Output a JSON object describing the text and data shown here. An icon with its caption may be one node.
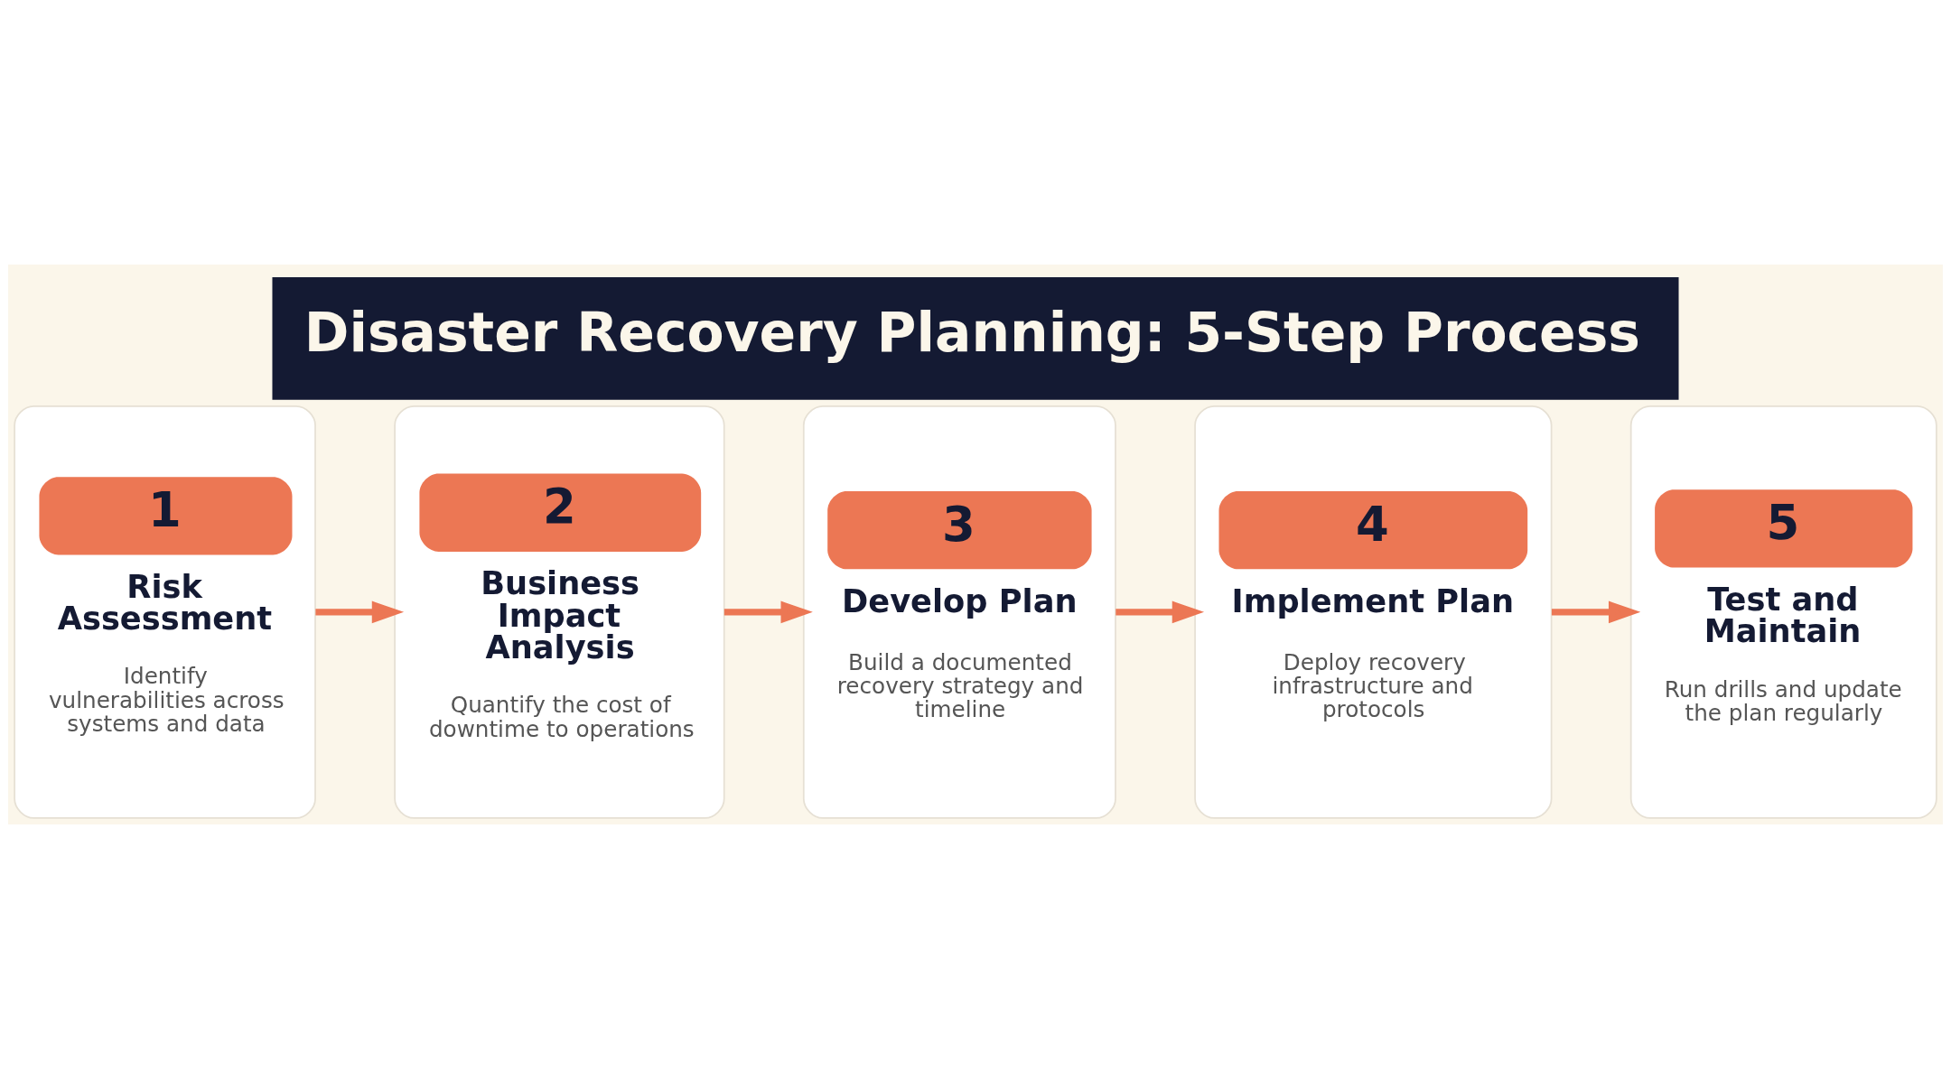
{
  "diagram": {
    "title": "Disaster Recovery Planning: 5-Step Process",
    "nodes": [
      {
        "text": [
          "1",
          "Risk Assessment",
          "Identify vulnerabilities across systems and data"
        ]
      },
      {
        "text": [
          "2",
          "Business Impact Analysis",
          "Quantify the cost of downtime to operations"
        ]
      },
      {
        "text": [
          "3",
          "Develop Plan",
          "Build a documented recovery strategy and timeline"
        ]
      },
      {
        "text": [
          "4",
          "Implement Plan",
          "Deploy recovery infrastructure and protocols"
        ]
      },
      {
        "text": [
          "5",
          "Test and Maintain",
          "Run drills and update the plan regularly"
        ]
      }
    ],
    "edges": [
      {
        "from": 0,
        "to": 1,
        "arrow": "to"
      },
      {
        "from": 1,
        "to": 2,
        "arrow": "to"
      },
      {
        "from": 2,
        "to": 3,
        "arrow": "to"
      },
      {
        "from": 3,
        "to": 4,
        "arrow": "to"
      }
    ]
  }
}
